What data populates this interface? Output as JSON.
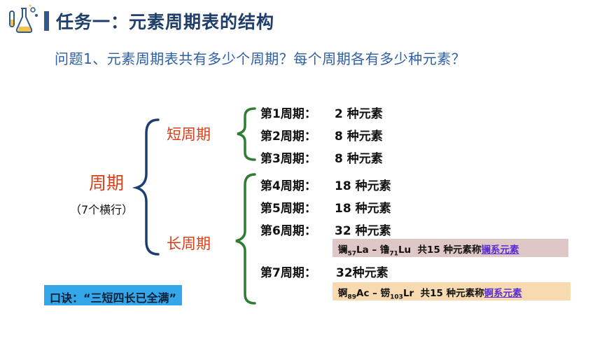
{
  "header": {
    "title": "任务一：元素周期表的结构"
  },
  "question": "问题1、元素周期表共有多少个周期？每个周期各有多少种元素？",
  "diagram": {
    "root": {
      "label": "周期",
      "sub": "（7个横行）"
    },
    "short": {
      "label": "短周期",
      "rows": [
        {
          "name": "第1周期：",
          "count": "2 种元素"
        },
        {
          "name": "第2周期：",
          "count": "8 种元素"
        },
        {
          "name": "第3周期：",
          "count": "8 种元素"
        }
      ]
    },
    "long": {
      "label": "长周期",
      "rows": [
        {
          "name": "第4周期：",
          "count": "18 种元素"
        },
        {
          "name": "第5周期：",
          "count": "18 种元素"
        },
        {
          "name": "第6周期：",
          "count": "32 种元素"
        },
        {
          "name": "第7周期：",
          "count": "32种元素"
        }
      ]
    },
    "notes": {
      "lanthanide": {
        "start_name": "镧",
        "start_num": "57",
        "start_sym": "La",
        "dash": " – ",
        "end_name": "镥",
        "end_num": "71",
        "end_sym": "Lu",
        "text": "  共15 种元素称",
        "link": "镧系元素"
      },
      "actinide": {
        "start_name": "锕",
        "start_num": "89",
        "start_sym": "Ac",
        "dash": " – ",
        "end_name": "铹",
        "end_num": "103",
        "end_sym": "Lr",
        "text": "  共15 种元素称",
        "link": "锕系元素"
      }
    },
    "mnemonic": "口诀：“三短四长已全满”"
  },
  "colors": {
    "title": "#1f3f6a",
    "title_bar": "#2f5a8a",
    "question": "#2e5fa3",
    "accent_red": "#d6401b",
    "brace_navy": "#1c3f73",
    "brace_green": "#2e7d32",
    "note_la_bg": "#dec7c4",
    "note_ac_bg": "#f7dab0",
    "mnemonic_bg": "#33a7ea",
    "link": "#5b2fd4"
  },
  "icons": {
    "logo": "chemistry-flask-icon"
  }
}
